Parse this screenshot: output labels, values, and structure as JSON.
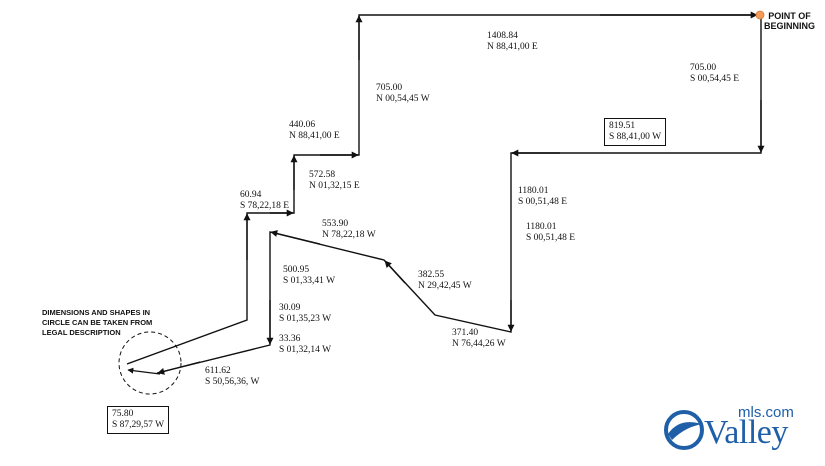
{
  "point_of_beginning": {
    "line1": "POINT OF",
    "line2": "BEGINNING",
    "marker_color": "#f39c5a"
  },
  "courses": {
    "c1": {
      "dist": "1408.84",
      "bearing": "N 88,41,00 E"
    },
    "c2": {
      "dist": "705.00",
      "bearing": "S 00,54,45 E"
    },
    "c3": {
      "dist": "705.00",
      "bearing": "N 00,54,45 W"
    },
    "c4": {
      "dist": "819.51",
      "bearing": "S 88,41,00 W"
    },
    "c5": {
      "dist": "440.06",
      "bearing": "N 88,41,00 E"
    },
    "c6": {
      "dist": "572.58",
      "bearing": "N 01,32,15 E"
    },
    "c7": {
      "dist": "1180.01",
      "bearing": "S 00,51,48 E"
    },
    "c8": {
      "dist": "1180.01",
      "bearing": "S 00,51,48 E"
    },
    "c9": {
      "dist": "60.94",
      "bearing": "S 78,22,18 E"
    },
    "c10": {
      "dist": "553.90",
      "bearing": "N 78,22,18 W"
    },
    "c11": {
      "dist": "500.95",
      "bearing": "S 01,33,41 W"
    },
    "c12": {
      "dist": "382.55",
      "bearing": "N 29,42,45 W"
    },
    "c13": {
      "dist": "30.09",
      "bearing": "S 01,35,23 W"
    },
    "c14": {
      "dist": "33.36",
      "bearing": "S 01,32,14 W"
    },
    "c15": {
      "dist": "371.40",
      "bearing": "N 76,44,26 W"
    },
    "c16": {
      "dist": "611.62",
      "bearing": "S 50,56,36, W"
    },
    "c17": {
      "dist": "75.80",
      "bearing": "S 87,29,57 W"
    }
  },
  "note": {
    "line1": "DIMENSIONS AND SHAPES IN",
    "line2": "CIRCLE CAN BE TAKEN FROM",
    "line3": "LEGAL DESCRIPTION"
  },
  "logo": {
    "word": "Valley",
    "superscript": "mls.com",
    "color": "#1f5fa8"
  }
}
